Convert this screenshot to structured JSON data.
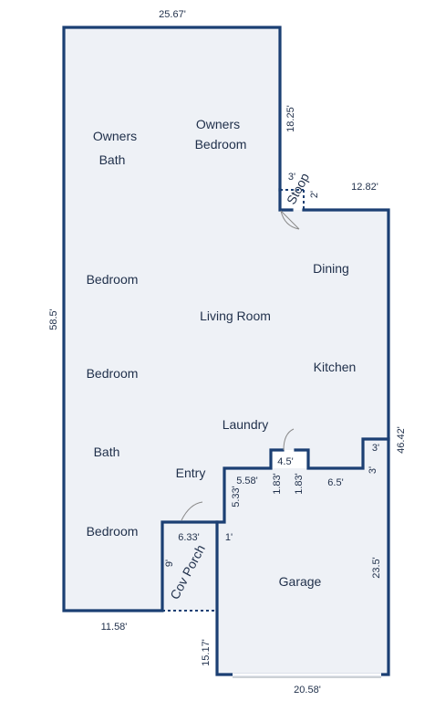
{
  "rooms": {
    "owners_bath_1": "Owners",
    "owners_bath_2": "Bath",
    "owners_bedroom_1": "Owners",
    "owners_bedroom_2": "Bedroom",
    "bedroom_a": "Bedroom",
    "bedroom_b": "Bedroom",
    "bedroom_c": "Bedroom",
    "bath": "Bath",
    "living_room": "Living Room",
    "dining": "Dining",
    "kitchen": "Kitchen",
    "laundry": "Laundry",
    "entry": "Entry",
    "garage": "Garage",
    "cov_porch": "Cov Porch",
    "stoop": "Stoop"
  },
  "dimensions": {
    "top_width": "25.67'",
    "left_height": "58.5'",
    "owners_right": "18.25'",
    "stoop_w": "3'",
    "stoop_d": "2'",
    "dining_top": "12.82'",
    "right_height": "46.42'",
    "right_jog_w": "3'",
    "right_jog_h": "3'",
    "kitchen_bottom": "6.5'",
    "laundry_bump_w": "4.5'",
    "laundry_bump_h_left": "1.83'",
    "laundry_bump_h_right": "1.83'",
    "entry_top": "5.58'",
    "entry_side": "5.33'",
    "porch_top": "6.33'",
    "porch_side": "9'",
    "porch_gap": "1'",
    "garage_side": "23.5'",
    "bottom_left": "11.58'",
    "garage_left": "15.17'",
    "garage_bottom": "20.58'"
  }
}
